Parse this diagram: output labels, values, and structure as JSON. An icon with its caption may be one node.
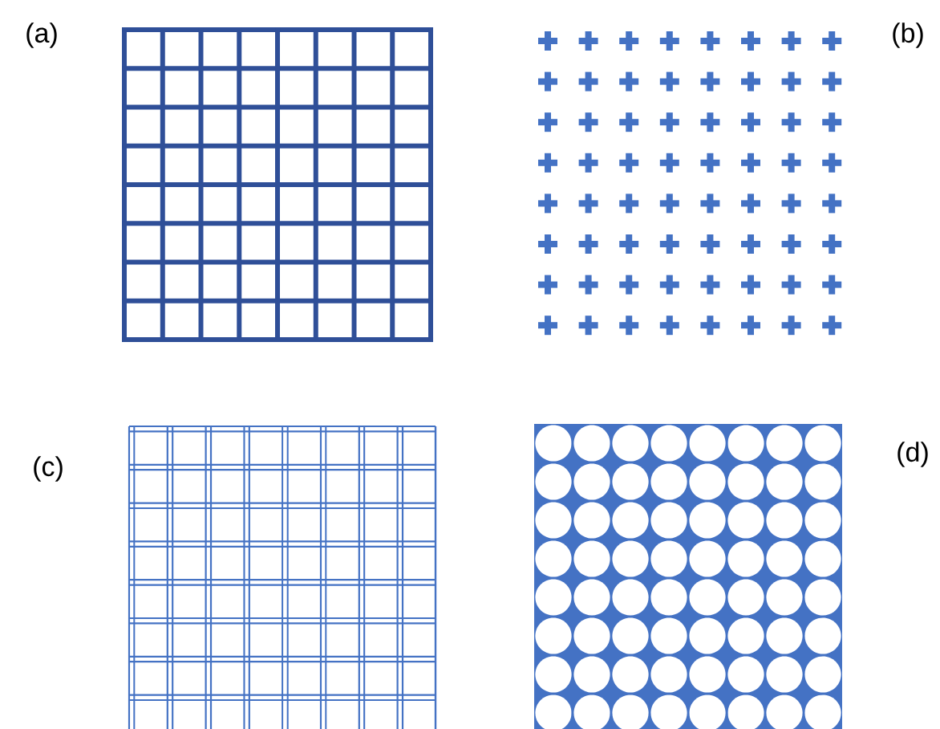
{
  "diagram": {
    "labels": [
      "(a)",
      "(b)",
      "(c)",
      "(d)"
    ]
  }
}
